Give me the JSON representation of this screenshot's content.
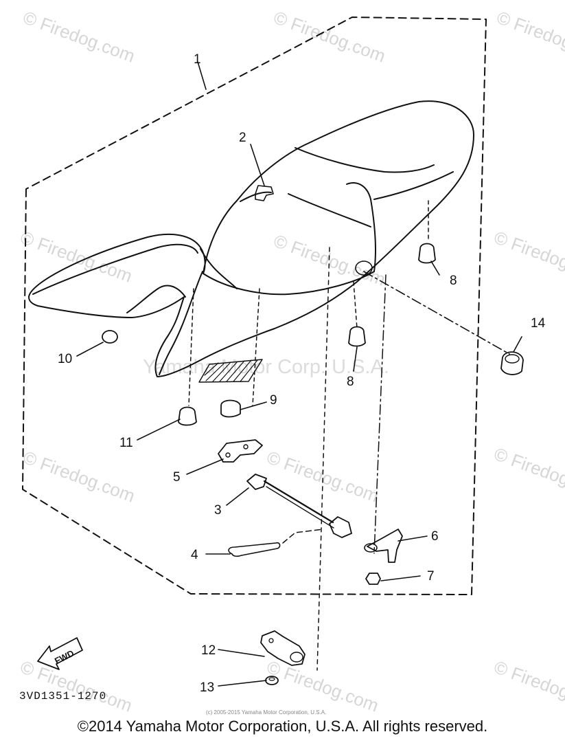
{
  "watermark": "© Firedog.com",
  "center_watermark": "Yamaha Motor Corp. U.S.A.",
  "callouts": {
    "c1": "1",
    "c2": "2",
    "c3": "3",
    "c4": "4",
    "c5": "5",
    "c6": "6",
    "c7": "7",
    "c8a": "8",
    "c8b": "8",
    "c9": "9",
    "c10": "10",
    "c11": "11",
    "c12": "12",
    "c13": "13",
    "c14": "14"
  },
  "fwd_label": "FWD",
  "part_code": "3VD1351-1270",
  "small_copyright": "(c) 2005-2015 Yamaha Motor Corporation, U.S.A.",
  "copyright": "©2014 Yamaha Motor Corporation, U.S.A. All rights reserved."
}
